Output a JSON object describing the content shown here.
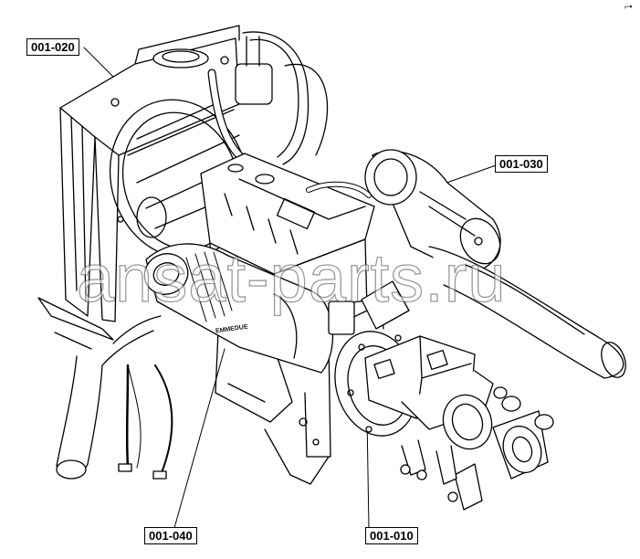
{
  "callouts": [
    {
      "id": "001-020",
      "label": "001-020"
    },
    {
      "id": "001-030",
      "label": "001-030"
    },
    {
      "id": "001-040",
      "label": "001-040"
    },
    {
      "id": "001-010",
      "label": "001-010"
    }
  ],
  "watermark": "ansat-parts.ru",
  "logo_mark": "⌐▪",
  "pump_label": "EMMEDUE"
}
